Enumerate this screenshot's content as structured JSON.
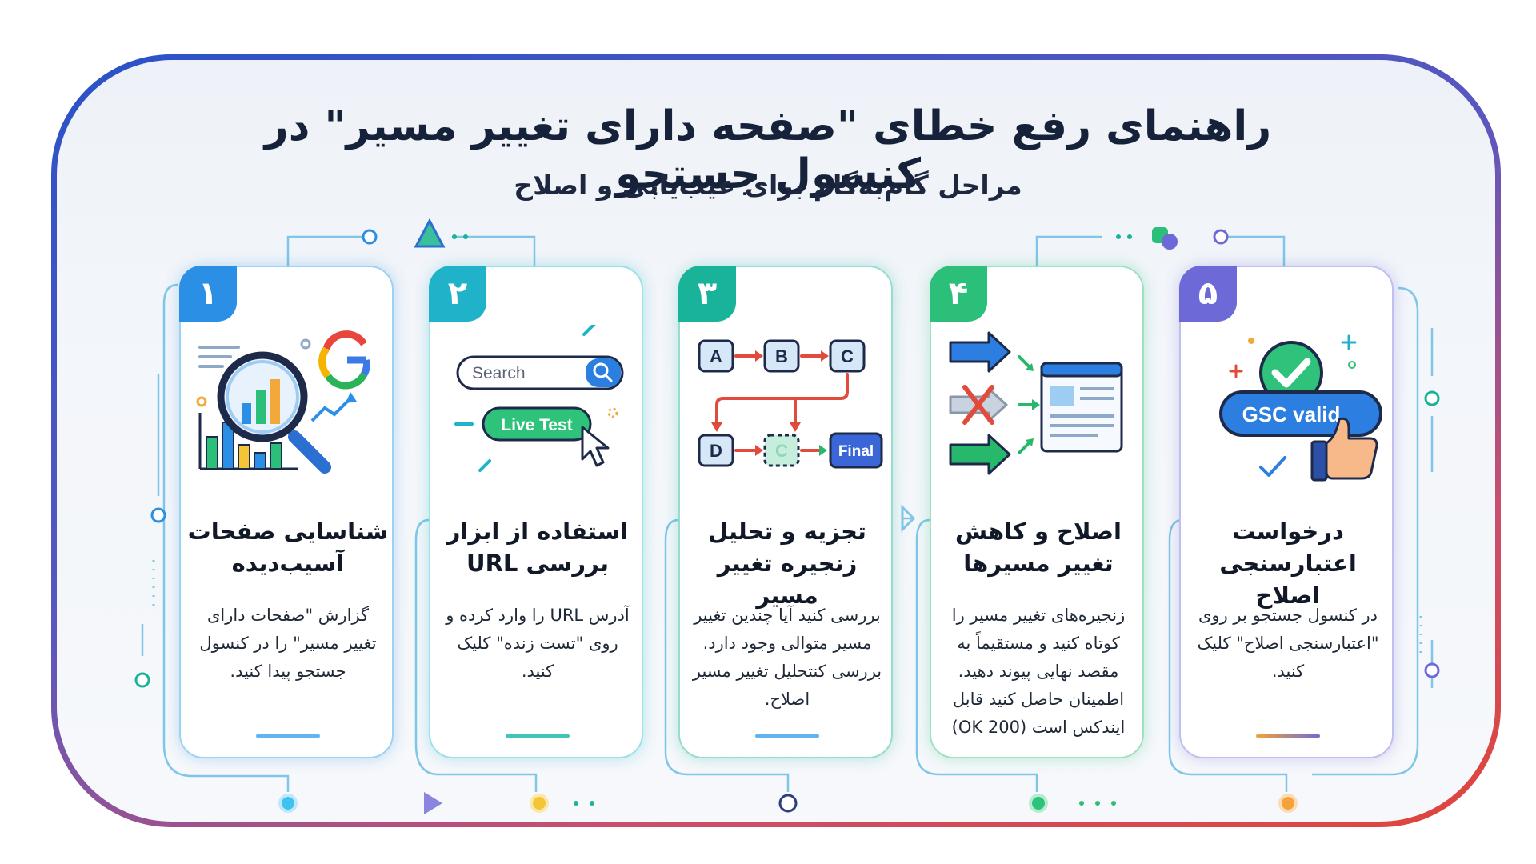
{
  "header": {
    "title": "راهنمای رفع خطای \"صفحه دارای تغییر مسیر\" در کنسول جستجو",
    "subtitle": "مراحل گام‌به‌گام برای عیب‌یابی و اصلاح"
  },
  "colors": {
    "step1": "#2b8fe6",
    "step2": "#1fb2c9",
    "step3": "#19b39a",
    "step4": "#2bbf7a",
    "step5": "#6d6ad8",
    "arrow_blue": "#2c7fe0",
    "arrow_red": "#e04b3b",
    "arrow_green": "#27b86c",
    "title_text": "#16213a"
  },
  "steps": [
    {
      "number": "۱",
      "title": "شناسایی صفحات آسیب‌دیده",
      "body": "گزارش \"صفحات دارای تغییر مسیر\" را در کنسول جستجو پیدا کنید.",
      "icon": "magnifier-chart-google-icon"
    },
    {
      "number": "۲",
      "title": "استفاده از ابزار بررسی URL",
      "body": "آدرس URL را وارد کرده و روی \"تست زنده\" کلیک کنید.",
      "icon": "search-live-test-icon",
      "search_placeholder": "Search",
      "live_test_label": "Live Test"
    },
    {
      "number": "۳",
      "title": "تجزیه و تحلیل زنجیره تغییر مسیر",
      "body": "بررسی کنید آیا چندین تغییر مسیر متوالی وجود دارد. بررسی کنتحلیل تغییر مسیر اصلاح.",
      "icon": "redirect-chain-icon",
      "chain_nodes": [
        "A",
        "B",
        "C",
        "D",
        "C",
        "Final"
      ]
    },
    {
      "number": "۴",
      "title": "اصلاح و کاهش تغییر مسیرها",
      "body": "زنجیره‌های تغییر مسیر را کوتاه کنید و مستقیماً به مقصد نهایی پیوند دهید. اطمینان حاصل کنید قابل ایندکس است (200 OK)",
      "icon": "arrows-to-page-icon"
    },
    {
      "number": "۵",
      "title": "درخواست اعتبارسنجی اصلاح",
      "body": "در کنسول جستجو بر روی \"اعتبارسنجی اصلاح\" کلیک کنید.",
      "icon": "gsc-valid-thumbs-up-icon",
      "badge_label": "GSC valid"
    }
  ]
}
